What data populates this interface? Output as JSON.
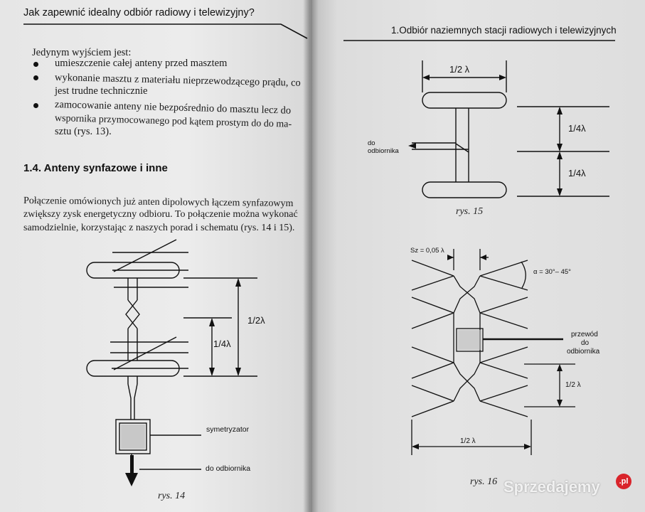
{
  "left_page": {
    "header": "Jak zapewnić idealny odbiór radiowy i telewizyjny?",
    "intro": "Jedynym wyjściem jest:",
    "bullets": [
      [
        "umieszczenie całej anteny przed masztem"
      ],
      [
        "wykonanie masztu z materiału nieprzewodzącego prądu, co",
        "jest trudne technicznie"
      ],
      [
        "zamocowanie anteny nie bezpośrednio do masztu lecz do",
        "wspornika przymocowanego pod kątem prostym do do ma-",
        "sztu (rys. 13)."
      ]
    ],
    "section_heading": "1.4. Anteny synfazowe i inne",
    "paragraph": [
      "Połączenie omówionych już anten dipolowych łączem synfazowym",
      "zwiększy zysk energetyczny odbioru. To połączenie można wykonać",
      "samodzielnie, korzystając z naszych porad i schematu (rys. 14 i 15)."
    ],
    "fig14": {
      "label_half": "1/2λ",
      "label_quarter": "1/4λ",
      "label_balun": "symetryzator",
      "label_to_receiver": "do odbiornika",
      "caption": "rys. 14"
    }
  },
  "right_page": {
    "header": "1.Odbiór naziemnych stacji radiowych i telewizyjnych",
    "fig15": {
      "label_top": "1/2 λ",
      "label_q1": "1/4λ",
      "label_q2": "1/4λ",
      "label_do": "do",
      "label_odbiornika": "odbiornika",
      "caption": "rys. 15"
    },
    "fig16": {
      "label_sz": "Sz = 0,05 λ",
      "label_alpha": "α = 30°– 45°",
      "label_przewod": [
        "przewód",
        "do",
        "odbiornika"
      ],
      "label_half_v": "1/2 λ",
      "label_half_h": "1/2 λ",
      "caption": "rys. 16"
    }
  },
  "watermark": {
    "text": "Sprzedajemy",
    "badge": ".pl"
  }
}
